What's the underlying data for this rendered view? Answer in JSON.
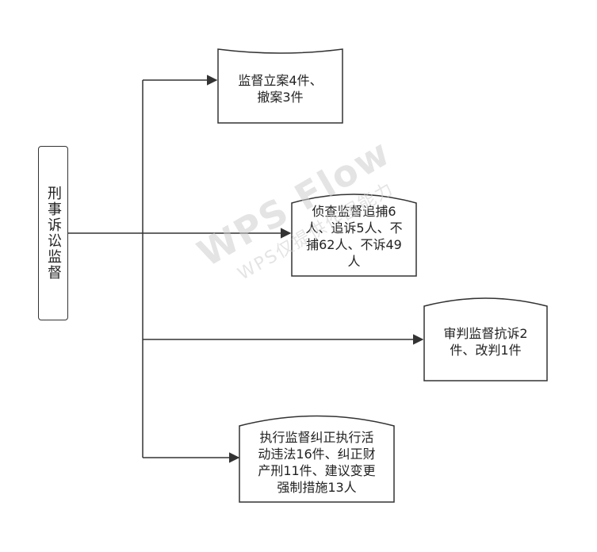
{
  "root": {
    "label": "刑事诉讼监督"
  },
  "nodes": [
    {
      "id": "filing",
      "text": "监督立案4件、\n撤案3件"
    },
    {
      "id": "investigation",
      "text": "侦查监督追捕6\n人、追诉5人、不\n捕62人、不诉49\n人"
    },
    {
      "id": "trial",
      "text": "审判监督抗诉2\n件、改判1件"
    },
    {
      "id": "execution",
      "text": "执行监督纠正执行活\n动违法16件、纠正财\n产刑11件、建议变更\n强制措施13人"
    }
  ],
  "watermark": {
    "line1": "WPS Flow",
    "line2": "WPS仅提供作图能力"
  },
  "colors": {
    "stroke": "#333333",
    "text": "#222222",
    "watermark": "#cfcfcf"
  }
}
